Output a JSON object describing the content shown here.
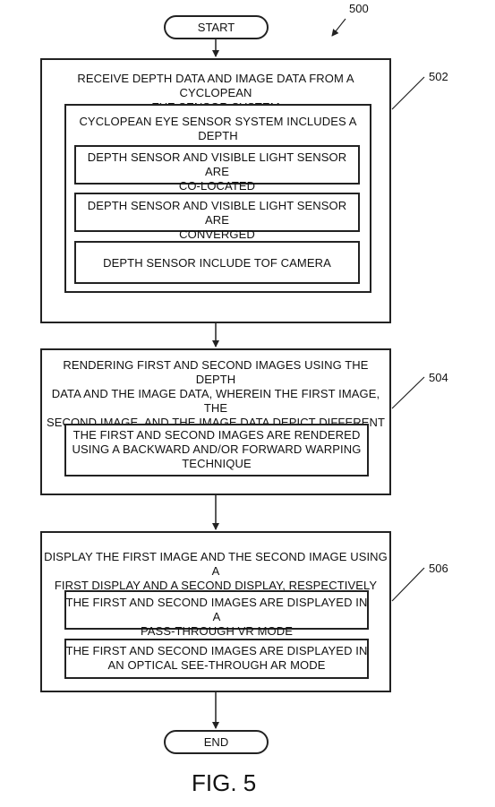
{
  "figure_ref": "500",
  "start_label": "START",
  "end_label": "END",
  "fig_label": "FIG. 5",
  "steps": [
    {
      "ref": "502",
      "title": "RECEIVE DEPTH DATA AND IMAGE DATA FROM A CYCLOPEAN\nEYE SENSOR SYSTEM",
      "sub_title": "CYCLOPEAN EYE SENSOR SYSTEM INCLUDES A DEPTH\nSENSOR AND A VISIBLE LIGHT SENSOR",
      "items": [
        "DEPTH SENSOR AND VISIBLE LIGHT SENSOR ARE\nCO-LOCATED",
        "DEPTH SENSOR AND VISIBLE LIGHT SENSOR ARE\nCONVERGED",
        "DEPTH SENSOR INCLUDE TOF CAMERA"
      ]
    },
    {
      "ref": "504",
      "title": "RENDERING FIRST AND SECOND IMAGES USING THE DEPTH\nDATA AND THE IMAGE DATA, WHEREIN THE FIRST IMAGE, THE\nSECOND IMAGE, AND THE IMAGE DATA DEPICT DIFFERENT\nVIEWS OF A SCENE",
      "items": [
        "THE FIRST AND SECOND IMAGES ARE RENDERED\nUSING A BACKWARD AND/OR FORWARD WARPING\nTECHNIQUE"
      ]
    },
    {
      "ref": "506",
      "title": "DISPLAY THE FIRST IMAGE AND THE SECOND IMAGE USING A\nFIRST DISPLAY AND A SECOND DISPLAY, RESPECTIVELY",
      "items": [
        "THE FIRST AND SECOND IMAGES ARE DISPLAYED IN A\nPASS-THROUGH VR MODE",
        "THE FIRST AND SECOND IMAGES ARE DISPLAYED IN\nAN OPTICAL SEE-THROUGH AR MODE"
      ]
    }
  ]
}
